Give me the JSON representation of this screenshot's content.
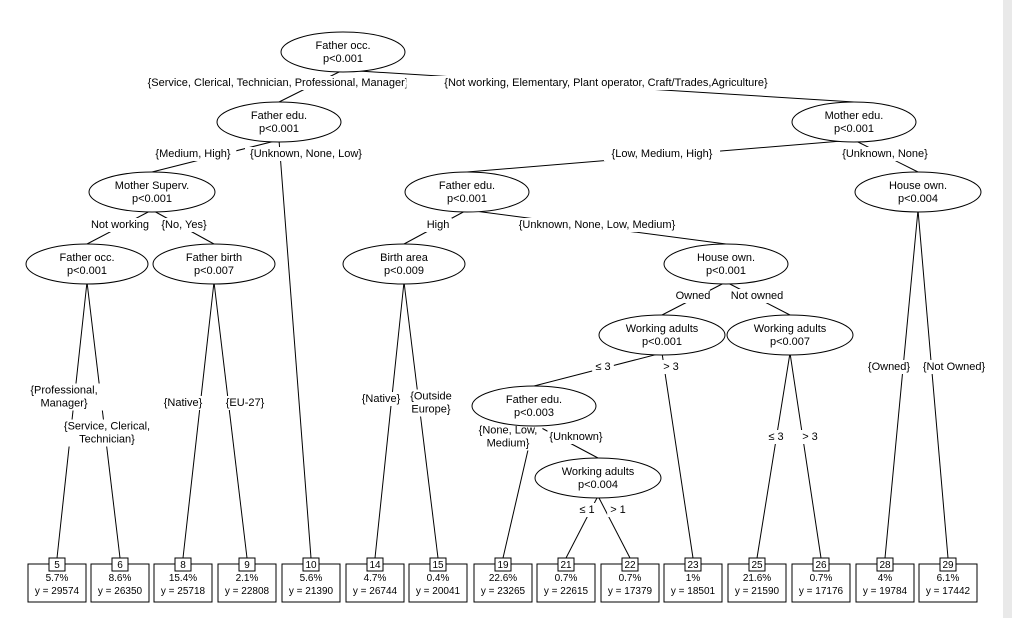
{
  "nodes": [
    {
      "id": "1",
      "name": "Father occ.",
      "p": "p<0.001"
    },
    {
      "id": "2",
      "name": "Father edu.",
      "p": "p<0.001"
    },
    {
      "id": "3",
      "name": "Mother Superv.",
      "p": "p<0.001"
    },
    {
      "id": "4",
      "name": "Father occ.",
      "p": "p<0.001"
    },
    {
      "id": "7",
      "name": "Father birth",
      "p": "p<0.007"
    },
    {
      "id": "11",
      "name": "Mother edu.",
      "p": "p<0.001"
    },
    {
      "id": "12",
      "name": "Father edu.",
      "p": "p<0.001"
    },
    {
      "id": "13",
      "name": "Birth area",
      "p": "p<0.009"
    },
    {
      "id": "16",
      "name": "House own.",
      "p": "p<0.001"
    },
    {
      "id": "17",
      "name": "Working adults",
      "p": "p<0.001"
    },
    {
      "id": "18",
      "name": "Father edu.",
      "p": "p<0.003"
    },
    {
      "id": "20",
      "name": "Working adults",
      "p": "p<0.004"
    },
    {
      "id": "24",
      "name": "Working adults",
      "p": "p<0.007"
    },
    {
      "id": "27",
      "name": "House own.",
      "p": "p<0.004"
    }
  ],
  "edge_labels": [
    {
      "id": "e1L",
      "lines": [
        "{Service, Clerical, Technician, Professional, Manager}"
      ]
    },
    {
      "id": "e1R",
      "lines": [
        "{Not working, Elementary, Plant operator, Craft/Trades,Agriculture}"
      ]
    },
    {
      "id": "e2L",
      "lines": [
        "{Medium, High}"
      ]
    },
    {
      "id": "e2R",
      "lines": [
        "{Unknown, None, Low}"
      ]
    },
    {
      "id": "e3L",
      "lines": [
        "Not working"
      ]
    },
    {
      "id": "e3R",
      "lines": [
        "{No, Yes}"
      ]
    },
    {
      "id": "e4L",
      "lines": [
        "{Professional,",
        "Manager}"
      ]
    },
    {
      "id": "e4R",
      "lines": [
        "{Service, Clerical,",
        "Technician}"
      ]
    },
    {
      "id": "e7L",
      "lines": [
        "{Native}"
      ]
    },
    {
      "id": "e7R",
      "lines": [
        "{EU-27}"
      ]
    },
    {
      "id": "e11L",
      "lines": [
        "{Low, Medium, High}"
      ]
    },
    {
      "id": "e11R",
      "lines": [
        "{Unknown, None}"
      ]
    },
    {
      "id": "e12L",
      "lines": [
        "High"
      ]
    },
    {
      "id": "e12R",
      "lines": [
        "{Unknown, None, Low, Medium}"
      ]
    },
    {
      "id": "e13L",
      "lines": [
        "{Native}"
      ]
    },
    {
      "id": "e13R",
      "lines": [
        "{Outside",
        "Europe}"
      ]
    },
    {
      "id": "e16L",
      "lines": [
        "Owned"
      ]
    },
    {
      "id": "e16R",
      "lines": [
        "Not owned"
      ]
    },
    {
      "id": "e17L",
      "lines": [
        "≤ 3"
      ]
    },
    {
      "id": "e17R",
      "lines": [
        "> 3"
      ]
    },
    {
      "id": "e18L",
      "lines": [
        "{None, Low,",
        "Medium}"
      ]
    },
    {
      "id": "e18R",
      "lines": [
        "{Unknown}"
      ]
    },
    {
      "id": "e20L",
      "lines": [
        "≤ 1"
      ]
    },
    {
      "id": "e20R",
      "lines": [
        "> 1"
      ]
    },
    {
      "id": "e24L",
      "lines": [
        "≤ 3"
      ]
    },
    {
      "id": "e24R",
      "lines": [
        "> 3"
      ]
    },
    {
      "id": "e27L",
      "lines": [
        "{Owned}"
      ]
    },
    {
      "id": "e27R",
      "lines": [
        "{Not Owned}"
      ]
    }
  ],
  "leaves": [
    {
      "id": "5",
      "pct": "5.7%",
      "y": "y = 29574"
    },
    {
      "id": "6",
      "pct": "8.6%",
      "y": "y = 26350"
    },
    {
      "id": "8",
      "pct": "15.4%",
      "y": "y = 25718"
    },
    {
      "id": "9",
      "pct": "2.1%",
      "y": "y = 22808"
    },
    {
      "id": "10",
      "pct": "5.6%",
      "y": "y = 21390"
    },
    {
      "id": "14",
      "pct": "4.7%",
      "y": "y = 26744"
    },
    {
      "id": "15",
      "pct": "0.4%",
      "y": "y = 20041"
    },
    {
      "id": "19",
      "pct": "22.6%",
      "y": "y = 23265"
    },
    {
      "id": "21",
      "pct": "0.7%",
      "y": "y = 22615"
    },
    {
      "id": "22",
      "pct": "0.7%",
      "y": "y = 17379"
    },
    {
      "id": "23",
      "pct": "1%",
      "y": "y = 18501"
    },
    {
      "id": "25",
      "pct": "21.6%",
      "y": "y = 21590"
    },
    {
      "id": "26",
      "pct": "0.7%",
      "y": "y = 17176"
    },
    {
      "id": "28",
      "pct": "4%",
      "y": "y = 19784"
    },
    {
      "id": "29",
      "pct": "6.1%",
      "y": "y = 17442"
    }
  ]
}
